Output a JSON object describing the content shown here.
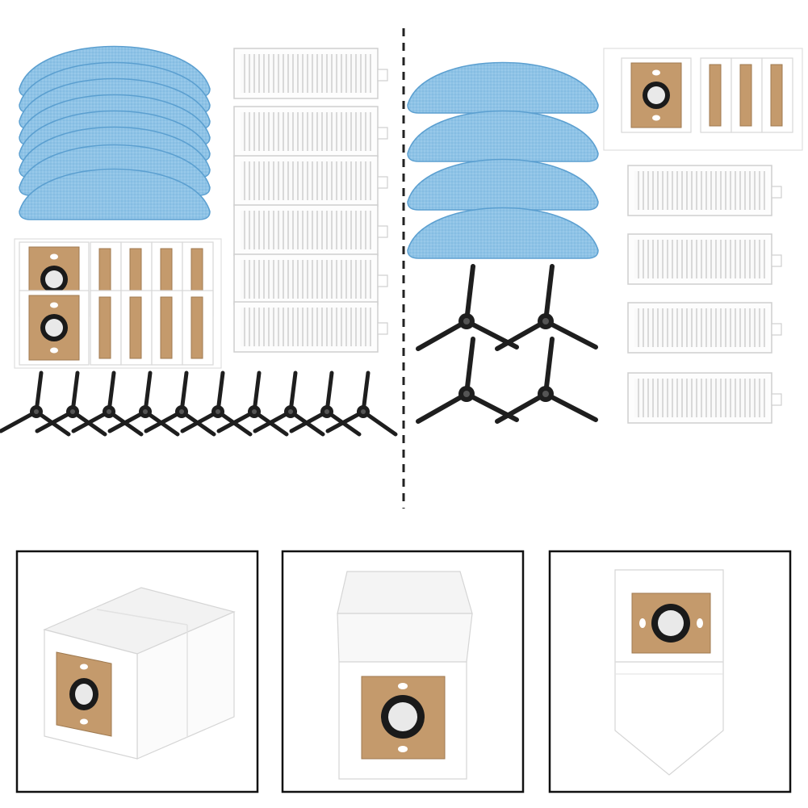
{
  "colors": {
    "background": "#ffffff",
    "mop_blue": "#8ec3e6",
    "mop_edge": "#5b9fd0",
    "filter_white": "#f6f6f6",
    "filter_pleat": "#d6d6d6",
    "bag_card": "#c49a6c",
    "bag_card_edge": "#9f7a50",
    "brush_black": "#1e1e1e",
    "frame_black": "#111111",
    "divider": "#222222"
  },
  "kit_left": {
    "mop_pads": 8,
    "hepa_filters": 6,
    "dust_bags": 10,
    "side_brushes": 10
  },
  "kit_right": {
    "mop_pads": 4,
    "hepa_filters": 4,
    "dust_bags": 4,
    "side_brushes": 4
  },
  "detail_panels": [
    "dust-bag-angled-view",
    "dust-bag-front-open-view",
    "dust-bag-flat-view"
  ],
  "icons": [
    "mop-pad-icon",
    "hepa-filter-icon",
    "dust-bag-icon",
    "side-brush-icon"
  ]
}
